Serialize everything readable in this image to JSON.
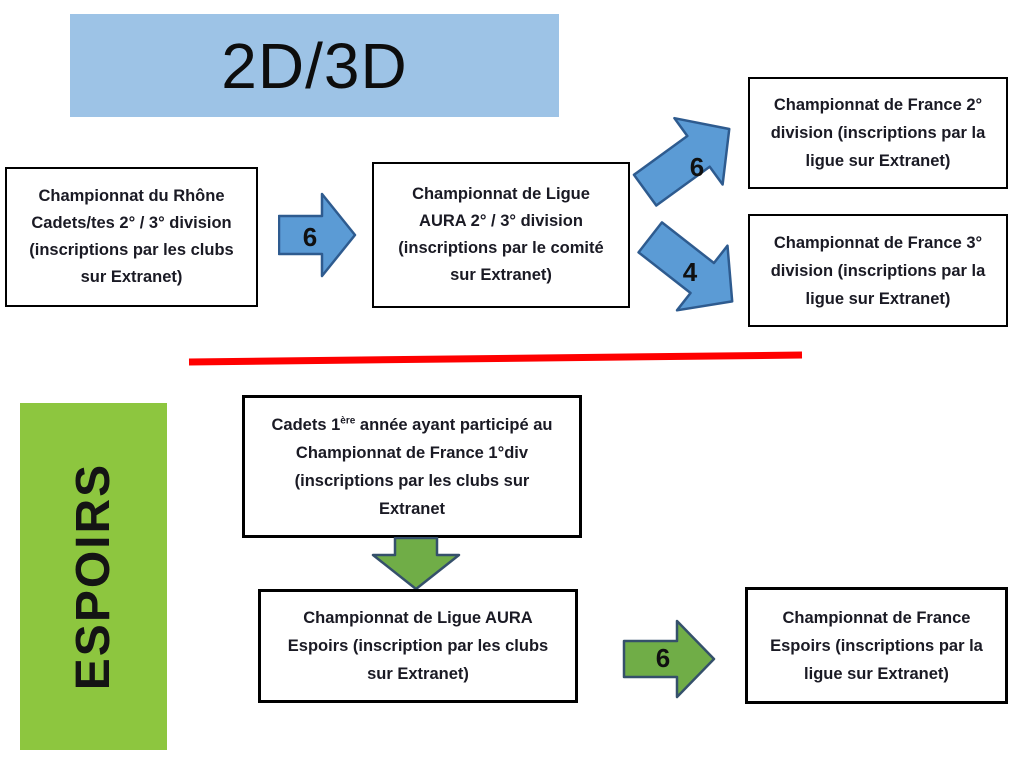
{
  "title": {
    "label": "2D/3D"
  },
  "colors": {
    "title_bg": "#9dc3e6",
    "espoirs_bg": "#8dc63f",
    "blue_arrow_fill": "#5b9bd5",
    "blue_arrow_border": "#2e5b8f",
    "green_arrow_fill": "#70ad47",
    "green_arrow_border": "#35506b",
    "divider_red": "#ff0000",
    "box_border": "#000000"
  },
  "top_flow": {
    "rhone_box": {
      "text": "Championnat du Rhône\nCadets/tes 2° / 3° division\n(inscriptions par les clubs\nsur Extranet)"
    },
    "arrow_rhone_to_ligue": {
      "label": "6"
    },
    "ligue_box": {
      "text": "Championnat de Ligue\nAURA 2° / 3° division\n(inscriptions par le comité\nsur Extranet)"
    },
    "arrow_to_france2": {
      "label": "6"
    },
    "arrow_to_france3": {
      "label": "4"
    },
    "france2_box": {
      "text": "Championnat de France 2°\ndivision (inscriptions par la\nligue sur Extranet)"
    },
    "france3_box": {
      "text": "Championnat de France 3°\ndivision (inscriptions par la\nligue sur Extranet)"
    }
  },
  "espoirs_flow": {
    "section_label": "ESPOIRS",
    "cadets_box": {
      "prefix": "Cadets 1",
      "sup": "ère",
      "rest": " année ayant participé au\nChampionnat de France 1°div\n(inscriptions par les clubs sur\nExtranet"
    },
    "ligue_box": {
      "text": "Championnat de Ligue AURA\nEspoirs (inscription par les clubs\nsur Extranet)"
    },
    "arrow_to_france": {
      "label": "6"
    },
    "france_box": {
      "text": "Championnat de France\nEspoirs (inscriptions par la\nligue sur Extranet)"
    }
  }
}
